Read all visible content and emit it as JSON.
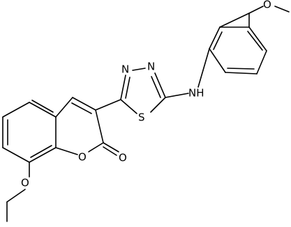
{
  "molecule": {
    "atoms": {
      "n3": "N",
      "n4": "N",
      "s1": "S",
      "nh": "NH",
      "o_ring": "O",
      "o_carbonyl": "O",
      "o_ethoxy": "O",
      "o_methoxy": "O"
    },
    "colors": {
      "bond": "#000000",
      "label": "#000000",
      "background": "#ffffff"
    }
  }
}
